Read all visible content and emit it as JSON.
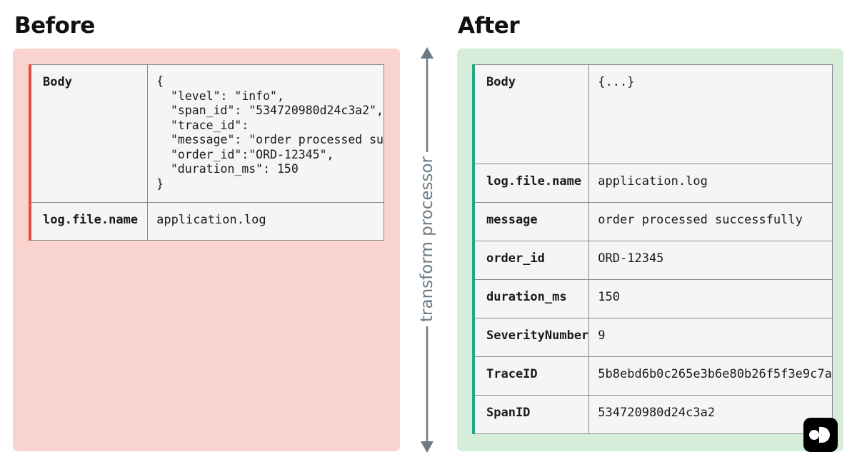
{
  "before": {
    "heading": "Before",
    "rows": {
      "body_key": "Body",
      "body_value": "{\n  \"level\": \"info\",\n  \"span_id\": \"534720980d24c3a2\",\n  \"trace_id\":\n  \"message\": \"order processed su\n  \"order_id\":\"ORD-12345\",\n  \"duration_ms\": 150\n}",
      "file_key": "log.file.name",
      "file_value": "application.log"
    }
  },
  "after": {
    "heading": "After",
    "rows": [
      {
        "key": "Body",
        "value": "{...}"
      },
      {
        "key": "log.file.name",
        "value": "application.log"
      },
      {
        "key": "message",
        "value": "order processed successfully"
      },
      {
        "key": "order_id",
        "value": "ORD-12345"
      },
      {
        "key": "duration_ms",
        "value": "150"
      },
      {
        "key": "SeverityNumber",
        "value": "9"
      },
      {
        "key": "TraceID",
        "value": "5b8ebd6b0c265e3b6e80b26f5f3e9c7a"
      },
      {
        "key": "SpanID",
        "value": "534720980d24c3a2"
      }
    ]
  },
  "transform": {
    "label": "transform processor"
  },
  "colors": {
    "before_panel": "#f9d4cf",
    "before_accent": "#e05040",
    "after_panel": "#d6eed9",
    "after_accent": "#2aa58a",
    "axis": "#6b7a84"
  },
  "icons": {
    "axis": "double-headed-arrow",
    "brand": "logo-icon"
  }
}
